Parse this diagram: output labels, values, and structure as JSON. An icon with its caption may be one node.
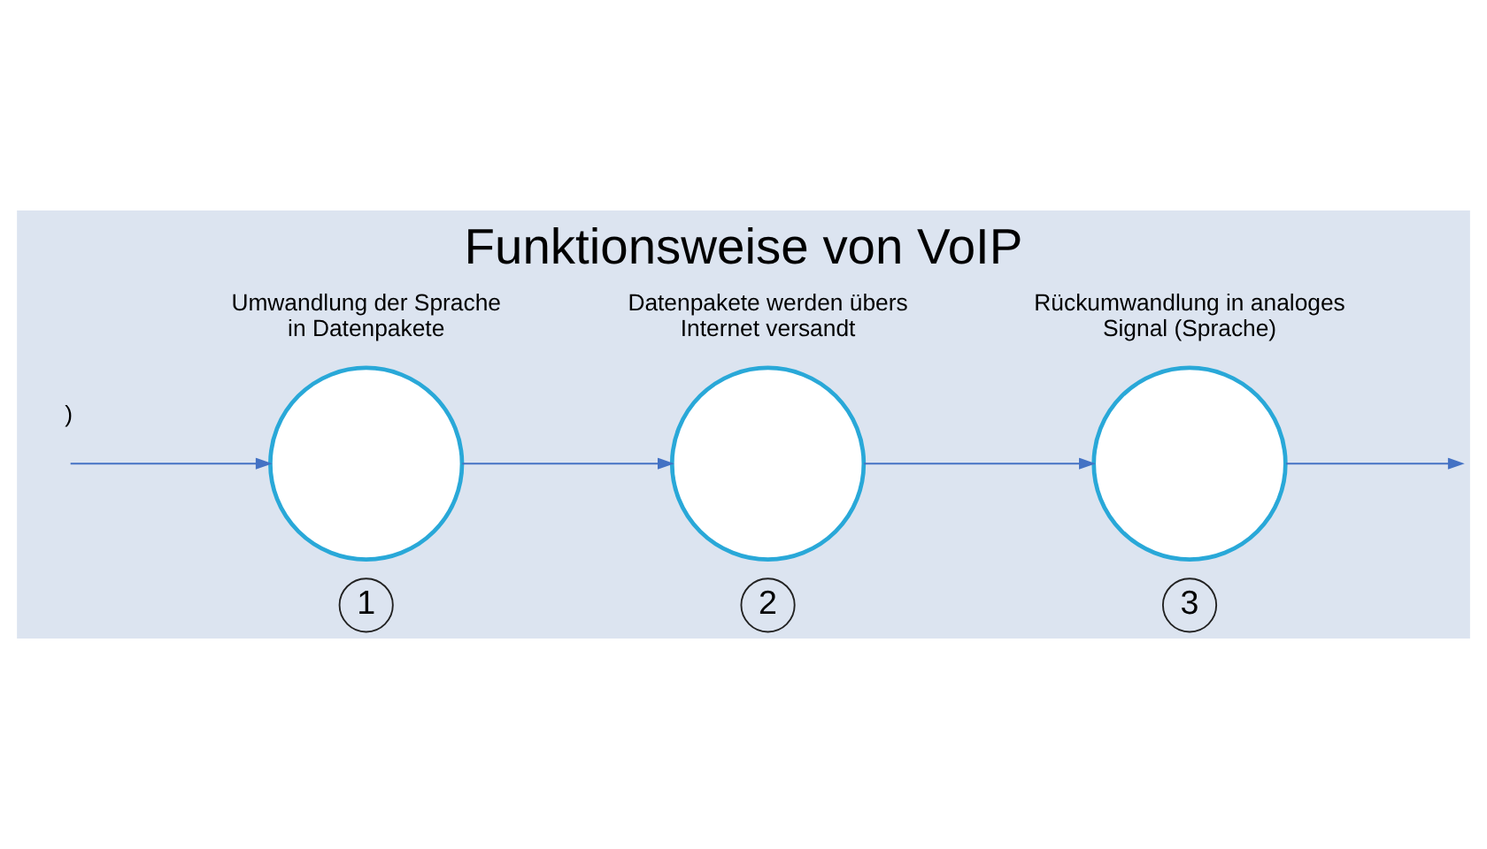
{
  "diagram": {
    "title": "Funktionsweise von VoIP",
    "nodes": [
      {
        "text": [],
        "shape": "circle",
        "beside": [
          "1",
          "Umwandlung der Sprache in Datenpakete"
        ]
      },
      {
        "text": [],
        "shape": "circle",
        "beside": [
          "2",
          "Datenpakete werden übers Internet versandt"
        ]
      },
      {
        "text": [],
        "shape": "circle",
        "beside": [
          "3",
          "Rückumwandlung in analoges Signal (Sprache)"
        ]
      }
    ],
    "edges": [
      {
        "from": null,
        "to": 0,
        "arrow": "to"
      },
      {
        "from": 0,
        "to": 1,
        "arrow": "to"
      },
      {
        "from": 1,
        "to": 2,
        "arrow": "to"
      },
      {
        "from": 2,
        "to": null,
        "arrow": "to"
      }
    ],
    "labels": [
      ")"
    ]
  }
}
